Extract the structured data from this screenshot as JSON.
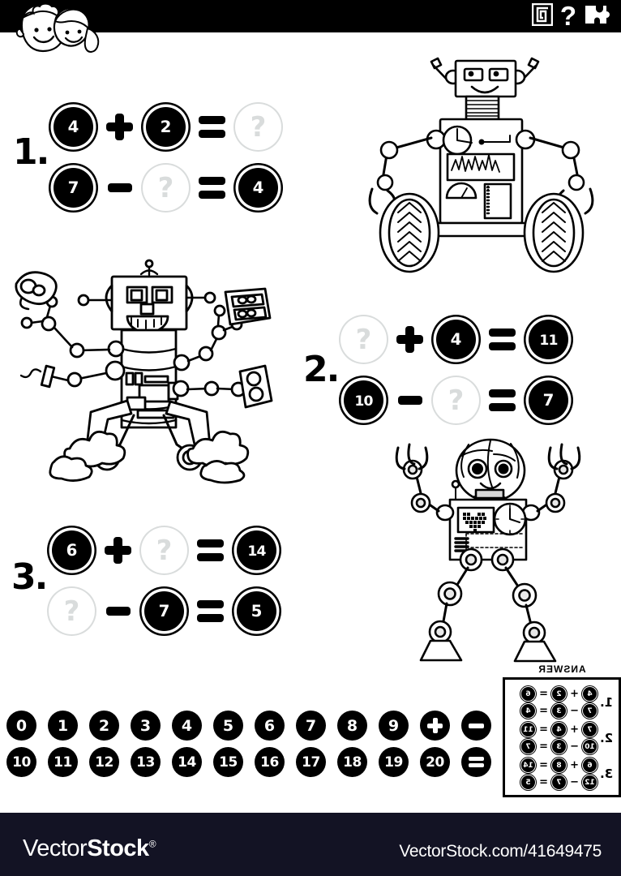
{
  "header": {
    "logo_alt": "two cartoon kids faces",
    "icons": [
      {
        "name": "maze-spiral-icon",
        "glyph": "maze"
      },
      {
        "name": "question-mark-icon",
        "glyph": "?"
      },
      {
        "name": "puzzle-piece-icon",
        "glyph": "puzzle"
      }
    ]
  },
  "puzzles": [
    {
      "index_label": "1.",
      "rows": [
        {
          "a": "4",
          "op": "+",
          "b": "2",
          "eq": "=",
          "result": "?"
        },
        {
          "a": "7",
          "op": "−",
          "b": "?",
          "eq": "=",
          "result": "4"
        }
      ]
    },
    {
      "index_label": "2.",
      "rows": [
        {
          "a": "?",
          "op": "+",
          "b": "4",
          "eq": "=",
          "result": "11"
        },
        {
          "a": "10",
          "op": "−",
          "b": "?",
          "eq": "=",
          "result": "7"
        }
      ]
    },
    {
      "index_label": "3.",
      "rows": [
        {
          "a": "6",
          "op": "+",
          "b": "?",
          "eq": "=",
          "result": "14"
        },
        {
          "a": "?",
          "op": "−",
          "b": "7",
          "eq": "=",
          "result": "5"
        }
      ]
    }
  ],
  "number_strip": {
    "row1": [
      "0",
      "1",
      "2",
      "3",
      "4",
      "5",
      "6",
      "7",
      "8",
      "9",
      "+",
      "−"
    ],
    "row2": [
      "10",
      "11",
      "12",
      "13",
      "14",
      "15",
      "16",
      "17",
      "18",
      "19",
      "20",
      "="
    ]
  },
  "answer_panel": {
    "label": "ANSWER",
    "groups": [
      {
        "index_label": "1.",
        "rows": [
          {
            "a": "4",
            "op": "+",
            "b": "2",
            "eq": "=",
            "result": "6"
          },
          {
            "a": "7",
            "op": "−",
            "b": "3",
            "eq": "=",
            "result": "4"
          }
        ]
      },
      {
        "index_label": "2.",
        "rows": [
          {
            "a": "7",
            "op": "+",
            "b": "4",
            "eq": "=",
            "result": "11"
          },
          {
            "a": "10",
            "op": "−",
            "b": "3",
            "eq": "=",
            "result": "7"
          }
        ]
      },
      {
        "index_label": "3.",
        "rows": [
          {
            "a": "6",
            "op": "+",
            "b": "8",
            "eq": "=",
            "result": "14"
          },
          {
            "a": "12",
            "op": "−",
            "b": "7",
            "eq": "=",
            "result": "5"
          }
        ]
      }
    ]
  },
  "illustrations": [
    {
      "name": "robot-wheeled-illustration",
      "alt": "cartoon robot with two large wheels, clock and graph panels"
    },
    {
      "name": "robot-multiarm-illustration",
      "alt": "cartoon robot with many jointed arms floating on clouds"
    },
    {
      "name": "robot-claws-illustration",
      "alt": "cartoon robot with raised claw arms, heart display and clock"
    }
  ],
  "footer": {
    "brand_light": "Vector",
    "brand_bold": "Stock",
    "registered": "®",
    "url": "VectorStock.com/41649475"
  },
  "colors": {
    "ink": "#000000",
    "page": "#ffffff",
    "unknown_grey": "#d9dcdc",
    "footer_bg": "#131324"
  }
}
